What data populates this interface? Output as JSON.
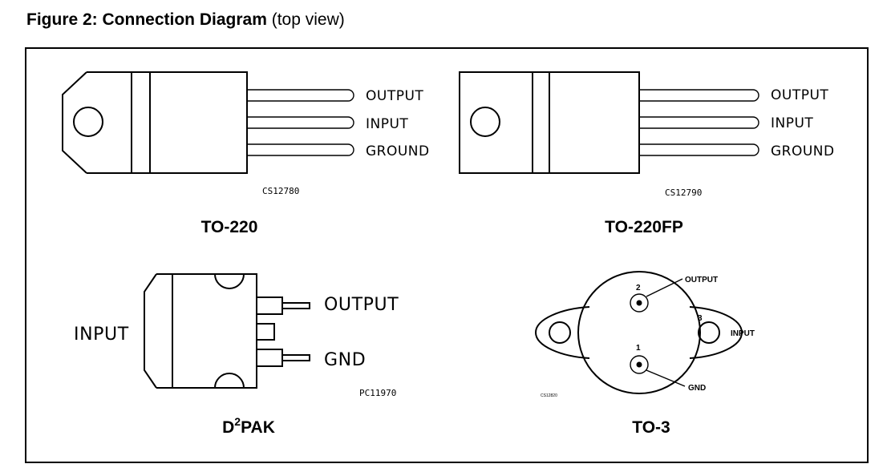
{
  "figure": {
    "title_bold": "Figure 2: Connection Diagram",
    "title_sub": "(top view)"
  },
  "packages": {
    "to220": {
      "name": "TO-220",
      "code": "CS12780",
      "pins": [
        "OUTPUT",
        "INPUT",
        "GROUND"
      ]
    },
    "to220fp": {
      "name": "TO-220FP",
      "code": "CS12790",
      "pins": [
        "OUTPUT",
        "INPUT",
        "GROUND"
      ]
    },
    "d2pak": {
      "name_prefix": "D",
      "name_sup": "2",
      "name_suffix": "PAK",
      "code": "PC11970",
      "input_label": "INPUT",
      "output_label": "OUTPUT",
      "gnd_label": "GND"
    },
    "to3": {
      "name": "TO-3",
      "code": "CS12820",
      "pin_numbers": [
        "2",
        "1",
        "3"
      ],
      "output_label": "OUTPUT",
      "gnd_label": "GND",
      "input_label": "INPUT"
    }
  }
}
